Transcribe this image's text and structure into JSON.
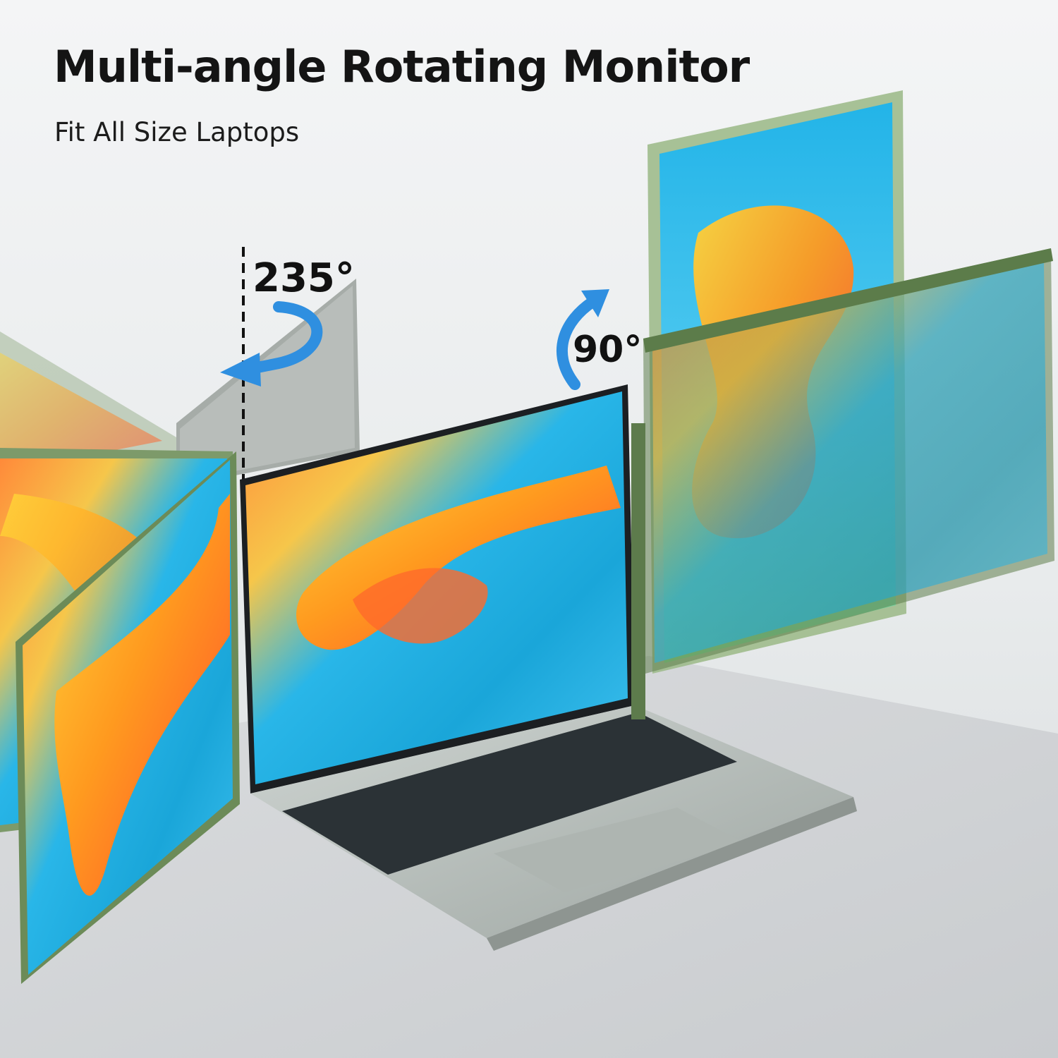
{
  "header": {
    "title": "Multi-angle Rotating Monitor",
    "subtitle": "Fit All Size Laptops"
  },
  "annotations": {
    "left_rotation": "235°",
    "right_rotation": "90°"
  },
  "colors": {
    "background": "#eef0f1",
    "frame_green": "#6f8f5c",
    "arrow_blue": "#2f8fe0",
    "laptop_silver": "#b9c0bc",
    "keys": "#2b3236"
  }
}
